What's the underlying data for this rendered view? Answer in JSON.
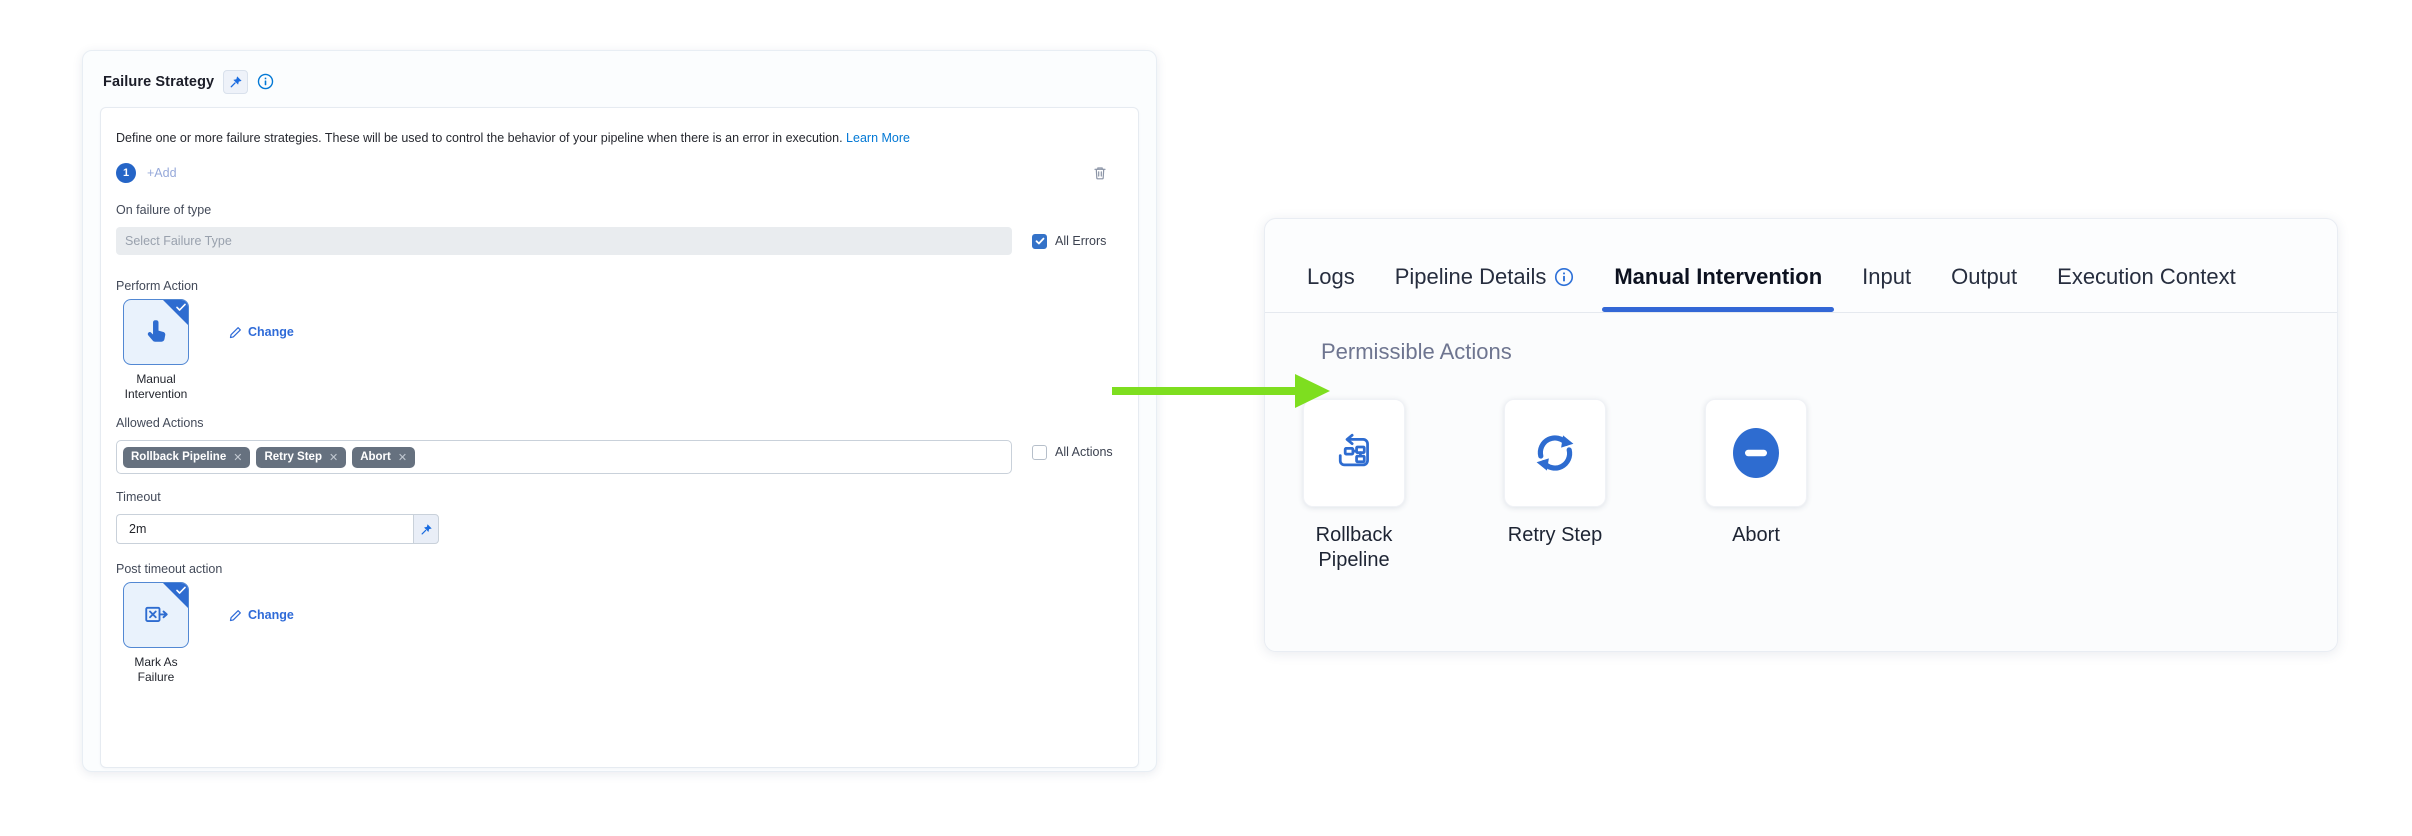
{
  "left_panel": {
    "title": "Failure Strategy",
    "description": "Define one or more failure strategies. These will be used to control the behavior of your pipeline when there is an error in execution.",
    "learn_more_label": "Learn More",
    "strategy": {
      "index": "1",
      "add_label": "+Add"
    },
    "failure_type": {
      "label": "On failure of type",
      "placeholder": "Select Failure Type",
      "all_errors_label": "All Errors",
      "all_errors_checked": true
    },
    "perform_action": {
      "label": "Perform Action",
      "selected": "Manual Intervention",
      "change_label": "Change"
    },
    "allowed_actions": {
      "label": "Allowed Actions",
      "tags": [
        "Rollback Pipeline",
        "Retry Step",
        "Abort"
      ],
      "all_actions_label": "All Actions",
      "all_actions_checked": false
    },
    "timeout": {
      "label": "Timeout",
      "value": "2m"
    },
    "post_timeout_action": {
      "label": "Post timeout action",
      "selected": "Mark As Failure",
      "change_label": "Change"
    }
  },
  "right_panel": {
    "tabs": [
      {
        "label": "Logs",
        "active": false
      },
      {
        "label": "Pipeline Details",
        "active": false,
        "has_info_icon": true
      },
      {
        "label": "Manual Intervention",
        "active": true
      },
      {
        "label": "Input",
        "active": false
      },
      {
        "label": "Output",
        "active": false
      },
      {
        "label": "Execution Context",
        "active": false
      }
    ],
    "section_title": "Permissible Actions",
    "actions": [
      {
        "label": "Rollback Pipeline",
        "icon": "rollback-pipeline-icon"
      },
      {
        "label": "Retry Step",
        "icon": "retry-icon"
      },
      {
        "label": "Abort",
        "icon": "abort-icon"
      }
    ]
  },
  "icons": {
    "close": "✕"
  },
  "colors": {
    "link_blue": "#0278d5",
    "primary_blue": "#2e6cd0",
    "checkbox_blue": "#3472c8",
    "tag_bg": "#66717f",
    "arrow_green": "#7ede1f"
  }
}
